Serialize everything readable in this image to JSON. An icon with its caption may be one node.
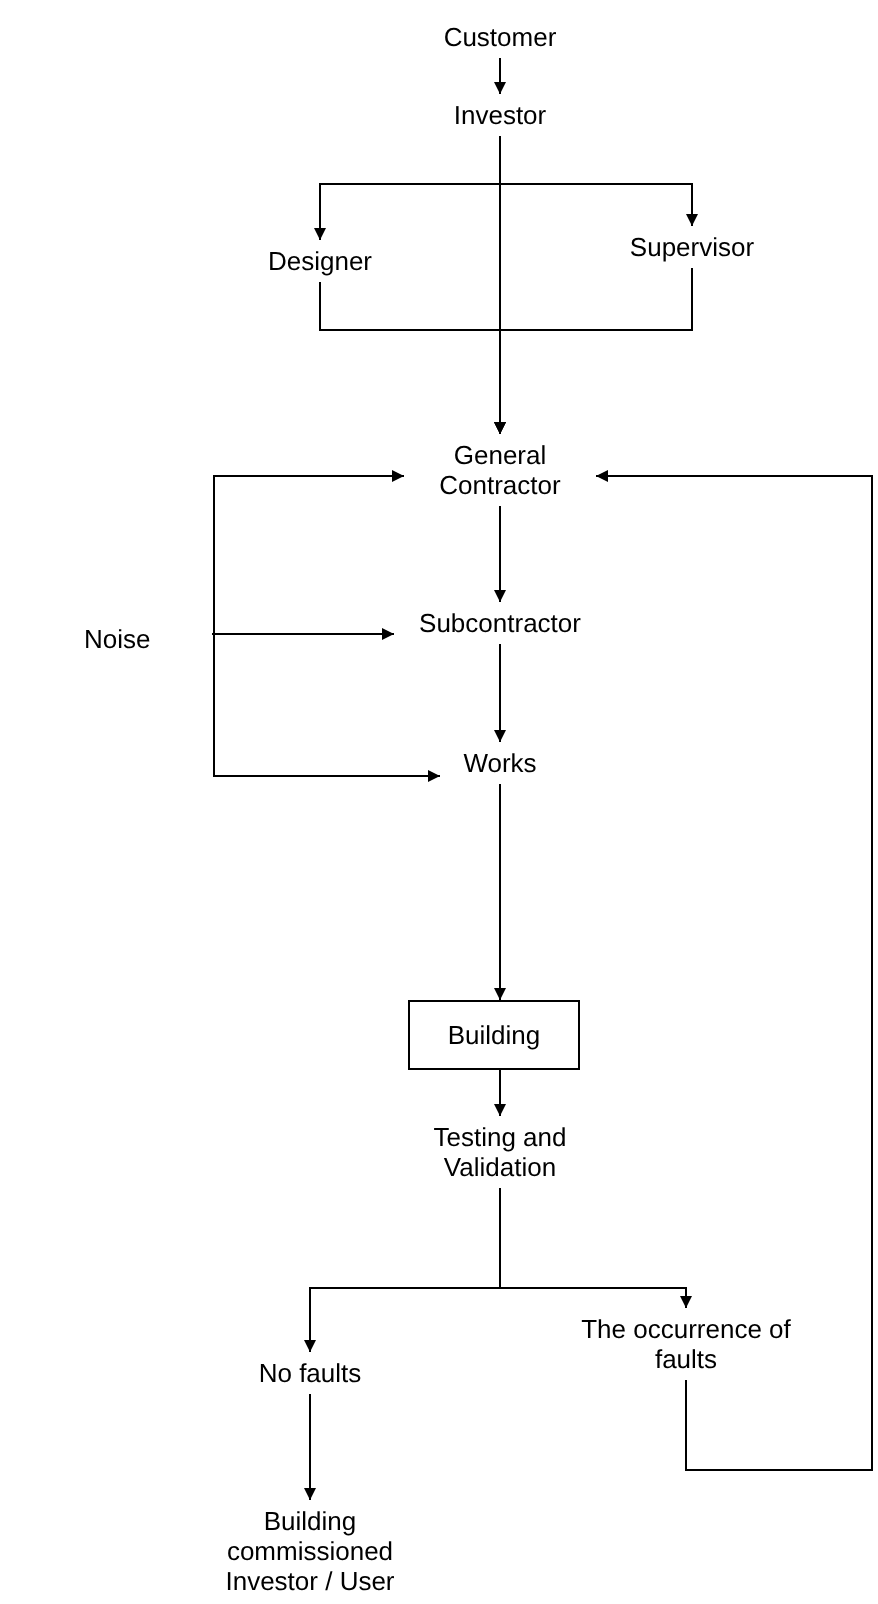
{
  "diagram": {
    "nodes": [
      {
        "text": [
          "Customer"
        ]
      },
      {
        "text": [
          "Investor"
        ]
      },
      {
        "text": [
          "Designer"
        ]
      },
      {
        "text": [
          "Supervisor"
        ]
      },
      {
        "text": [
          "General Contractor"
        ]
      },
      {
        "text": [
          "Noise"
        ]
      },
      {
        "text": [
          "Subcontractor"
        ]
      },
      {
        "text": [
          "Works"
        ]
      },
      {
        "text": [
          "Building"
        ]
      },
      {
        "text": [
          "Testing and Validation"
        ]
      },
      {
        "text": [
          "No faults"
        ]
      },
      {
        "text": [
          "The occurrence of faults"
        ]
      },
      {
        "text": [
          "Building commissioned Investor / User"
        ]
      }
    ],
    "edges": [
      {
        "from": 0,
        "to": 1,
        "arrow": "to"
      },
      {
        "from": 1,
        "to": 2,
        "arrow": "to"
      },
      {
        "from": 1,
        "to": 3,
        "arrow": "to"
      },
      {
        "from": 1,
        "to": 4,
        "arrow": "to"
      },
      {
        "from": 2,
        "to": 4,
        "arrow": "to"
      },
      {
        "from": 3,
        "to": 4,
        "arrow": "to"
      },
      {
        "from": 5,
        "to": 4,
        "arrow": "to"
      },
      {
        "from": 5,
        "to": 6,
        "arrow": "to"
      },
      {
        "from": 5,
        "to": 7,
        "arrow": "to"
      },
      {
        "from": 4,
        "to": 6,
        "arrow": "to"
      },
      {
        "from": 6,
        "to": 7,
        "arrow": "to"
      },
      {
        "from": 7,
        "to": 8,
        "arrow": "to"
      },
      {
        "from": 8,
        "to": 9,
        "arrow": "to"
      },
      {
        "from": 9,
        "to": 10,
        "arrow": "to"
      },
      {
        "from": 9,
        "to": 11,
        "arrow": "to"
      },
      {
        "from": 10,
        "to": 12,
        "arrow": "to"
      },
      {
        "from": 11,
        "to": 4,
        "arrow": "to"
      }
    ]
  }
}
